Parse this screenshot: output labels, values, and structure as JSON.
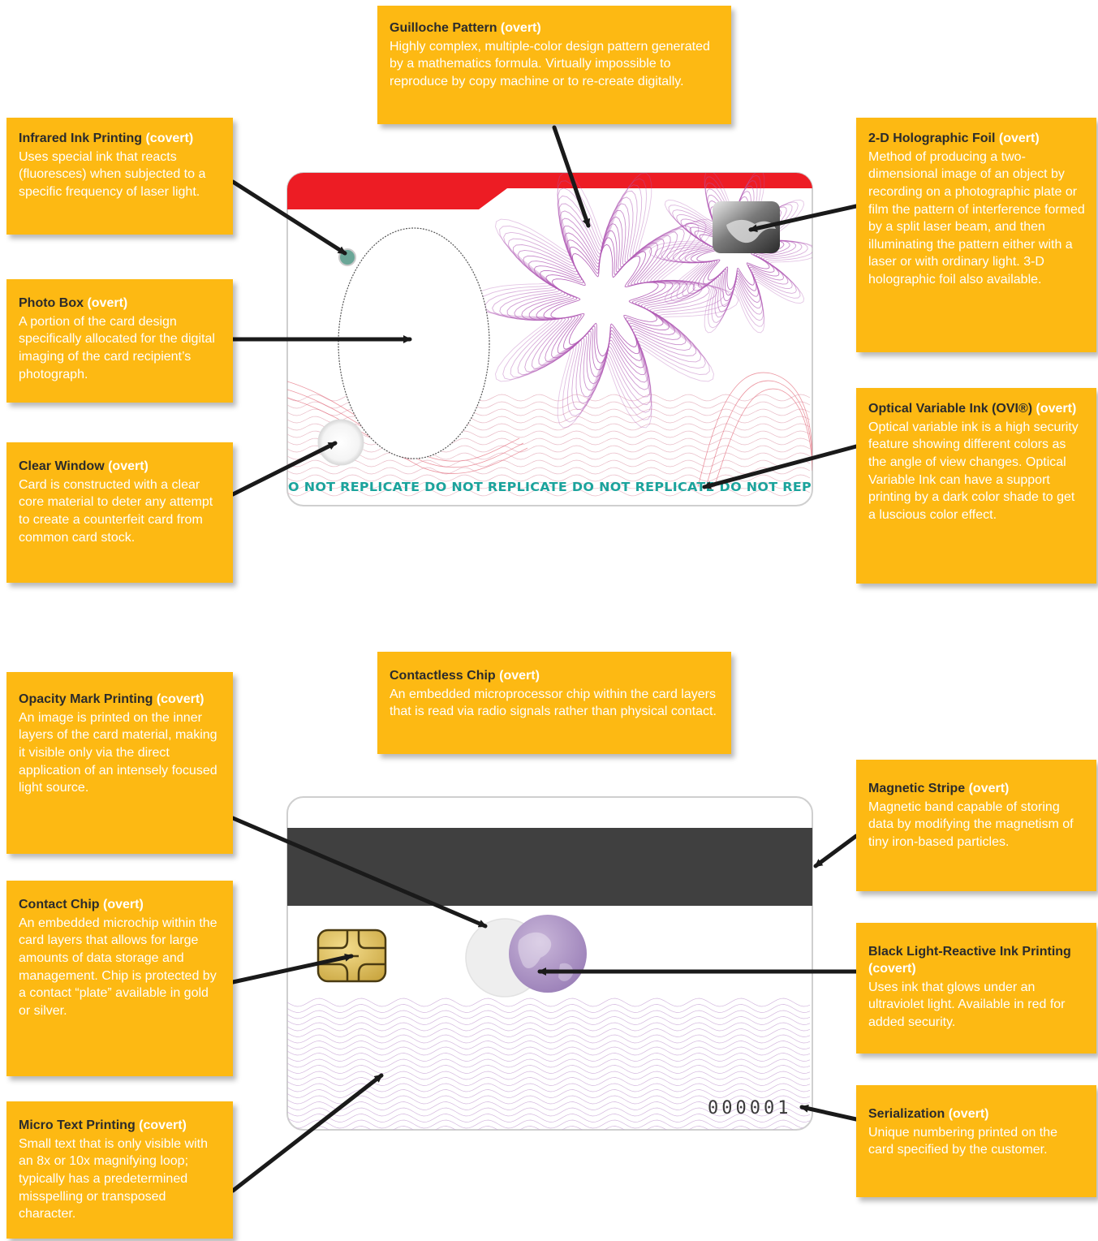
{
  "colors": {
    "callout_bg": "#fdb913",
    "callout_title": "#2b2b2b",
    "callout_tag": "#ffffff",
    "card_red_band": "#ed1c24",
    "magnetic_stripe": "#404040",
    "replicate_text": "#1ba39c",
    "guilloche": "#b15bb5"
  },
  "callouts": {
    "guilloche": {
      "title": "Guilloche Pattern",
      "tag": "(overt)",
      "desc": "Highly complex, multiple-color design pattern generated by a mathematics formula. Virtually impossible to reproduce by copy machine or to re-create digitally."
    },
    "infrared": {
      "title": "Infrared Ink Printing",
      "tag": "(covert)",
      "desc": "Uses special ink that reacts (fluoresces) when subjected to a specific frequency of laser light."
    },
    "holographic": {
      "title": "2-D Holographic Foil",
      "tag": "(overt)",
      "desc": "Method of producing a two-dimensional image of an object by recording on a photographic plate or film the pattern of interference formed by a split laser beam, and then illuminating the pattern either with a laser or with ordinary light. 3-D holographic foil also available."
    },
    "photo_box": {
      "title": "Photo Box",
      "tag": "(overt)",
      "desc": "A portion of the card design specifically allocated for the digital imaging of the card recipient’s photograph."
    },
    "clear_window": {
      "title": "Clear Window",
      "tag": "(overt)",
      "desc": "Card is constructed with a clear core material to deter any attempt to create a counterfeit card from common card stock."
    },
    "ovi": {
      "title": "Optical Variable Ink (OVI®)",
      "tag": "(overt)",
      "desc": "Optical variable ink is a high security feature showing different colors as the angle of view changes. Optical Variable Ink can have a support printing by a dark color shade to get a luscious color effect."
    },
    "contactless": {
      "title": "Contactless Chip",
      "tag": "(overt)",
      "desc": "An embedded microprocessor chip within the card layers that is read via radio signals rather than physical contact."
    },
    "opacity": {
      "title": "Opacity Mark Printing",
      "tag": "(covert)",
      "desc": "An image is printed on the inner layers of the card material, making it visible only via the direct application of an intensely focused light source."
    },
    "magnetic": {
      "title": "Magnetic Stripe",
      "tag": "(overt)",
      "desc": "Magnetic band capable of storing data by modifying the magnetism of tiny iron-based particles."
    },
    "contact_chip": {
      "title": "Contact Chip",
      "tag": "(overt)",
      "desc": "An embedded microchip within the card layers that allows for large amounts of data storage and management. Chip is protected by a contact “plate” available in gold or silver."
    },
    "black_light": {
      "title": "Black Light-Reactive Ink Printing",
      "tag": "(covert)",
      "desc": "Uses ink that glows under an ultraviolet light. Available in red for added security."
    },
    "micro_text": {
      "title": "Micro Text Printing",
      "tag": "(covert)",
      "desc": "Small text that is only visible with an 8x or 10x magnifying loop; typically has a predetermined misspelling or transposed character."
    },
    "serialization": {
      "title": "Serialization",
      "tag": "(overt)",
      "desc": "Unique numbering printed on the card specified by the customer."
    }
  },
  "card_front": {
    "replicate_text": "O NOT REPLICATE DO NOT REPLICATE DO NOT REPLICATE DO NOT REP"
  },
  "card_back": {
    "serial_number": "000001"
  }
}
